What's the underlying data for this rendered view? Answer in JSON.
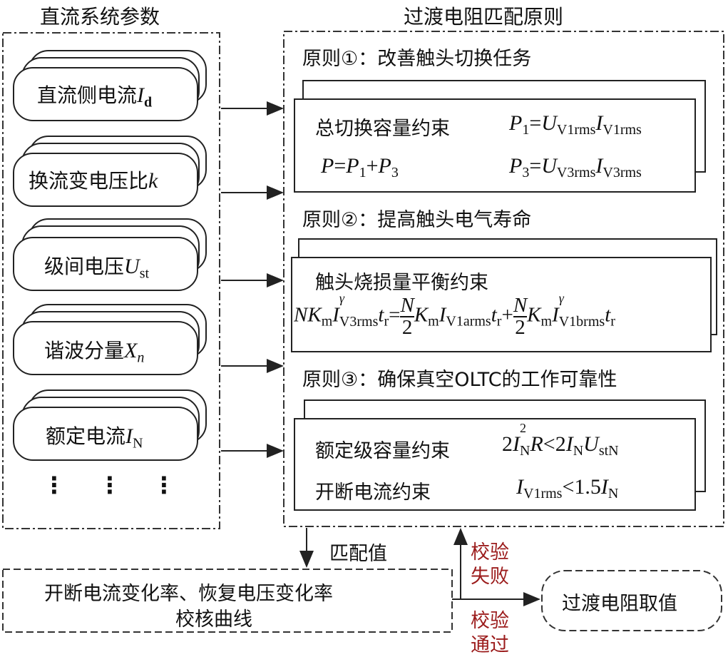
{
  "left_panel": {
    "title": "直流系统参数",
    "items": [
      {
        "label": "直流侧电流",
        "symbol": "I",
        "sub": "d"
      },
      {
        "label": "换流变电压比",
        "symbol": "k",
        "sub": ""
      },
      {
        "label": "级间电压",
        "symbol": "U",
        "sub": "st"
      },
      {
        "label": "谐波分量",
        "symbol": "X",
        "sub": "n"
      },
      {
        "label": "额定电流",
        "symbol": "I",
        "sub": "N"
      }
    ],
    "ellipsis": "⋮"
  },
  "right_panel": {
    "title": "过渡电阻匹配原则",
    "principle1": {
      "heading": "原则①：改善触头切换任务",
      "constraint": "总切换容量约束",
      "eq1": "P1=UV1rmsIV1rms",
      "eq2": "P=P1+P3",
      "eq3": "P3=UV3rmsIV3rms"
    },
    "principle2": {
      "heading": "原则②：提高触头电气寿命",
      "constraint": "触头烧损量平衡约束",
      "eq": "NKmIγV3rmstr=N/2KmIV1armstr+N/2KmIγV1brmstr"
    },
    "principle3": {
      "heading": "原则③：确保真空OLTC的工作可靠性",
      "constraint1": "额定级容量约束",
      "eq1": "2IN2R<2INUstN",
      "constraint2": "开断电流约束",
      "eq2": "IV1rms<1.5IN"
    }
  },
  "bottom": {
    "match_label": "匹配值",
    "check_box_line1": "开断电流变化率、恢复电压变化率",
    "check_box_line2": "校核曲线",
    "fail_label_1": "校验",
    "fail_label_2": "失败",
    "pass_label_1": "校验",
    "pass_label_2": "通过",
    "result": "过渡电阻取值"
  },
  "colors": {
    "accent_red": "#9b1b1b",
    "line": "#222222"
  }
}
